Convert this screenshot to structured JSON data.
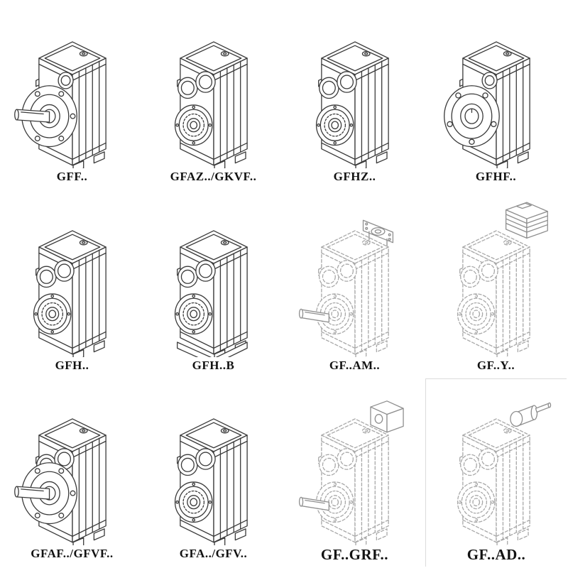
{
  "page": {
    "background": "#ffffff"
  },
  "style": {
    "line_color": "#3b3b3b",
    "dashed_line_color": "#a8a8a8",
    "overlay_line_color": "#8f8f8f",
    "label_color": "#121212"
  },
  "cells": [
    {
      "label": "GFF..",
      "drawing": "gearbox-output-flange-solid-shaft"
    },
    {
      "label": "GFAZ../GKVF..",
      "drawing": "gearbox-hollow-shaft"
    },
    {
      "label": "GFHZ..",
      "drawing": "gearbox-hollow-shaft"
    },
    {
      "label": "GFHF..",
      "drawing": "gearbox-output-flange-hollow"
    },
    {
      "label": "GFH..",
      "drawing": "gearbox-hollow-shaft-bearing"
    },
    {
      "label": "GFH..B",
      "drawing": "gearbox-hollow-shaft-foot-mounted"
    },
    {
      "label": "GF..AM..",
      "drawing": "gearbox-motor-adapter-flange-phantom"
    },
    {
      "label": "GF..Y..",
      "drawing": "gearbox-with-mounted-motor-phantom"
    },
    {
      "label": "GFAF../GFVF..",
      "drawing": "gearbox-output-flange-solid-shaft"
    },
    {
      "label": "GFA../GFV..",
      "drawing": "gearbox-hollow-shaft"
    },
    {
      "label": "GF..GRF..",
      "drawing": "gearbox-input-block-phantom"
    },
    {
      "label": "GF..AD..",
      "drawing": "gearbox-input-shaft-adapter-phantom"
    }
  ]
}
